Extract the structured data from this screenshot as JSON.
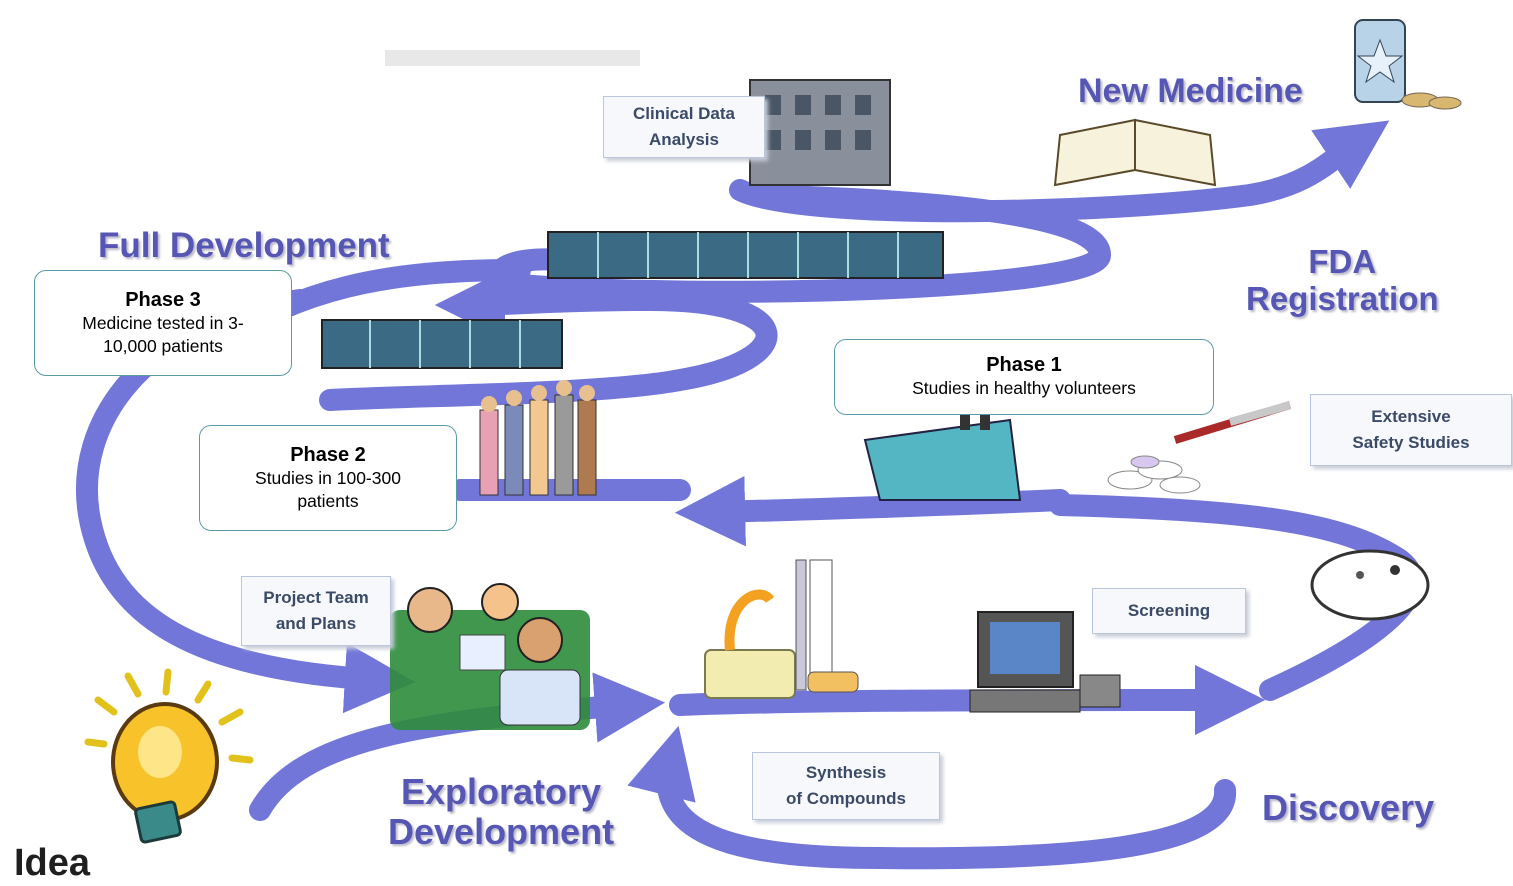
{
  "stages": {
    "idea": "Idea",
    "exploratory_development": [
      "Exploratory",
      "Development"
    ],
    "discovery": "Discovery",
    "full_development": "Full Development",
    "fda_registration": [
      "FDA",
      "Registration"
    ],
    "new_medicine": "New Medicine"
  },
  "tags": {
    "clinical_data_analysis": [
      "Clinical Data",
      "Analysis"
    ],
    "project_team": [
      "Project Team",
      "and Plans"
    ],
    "screening": "Screening",
    "synthesis": [
      "Synthesis",
      "of Compounds"
    ],
    "safety": [
      "Extensive",
      "Safety Studies"
    ]
  },
  "callouts": {
    "phase1": {
      "title": "Phase 1",
      "desc": "Studies in healthy volunteers"
    },
    "phase2": {
      "title": "Phase 2",
      "desc": [
        "Studies in 100-300",
        "patients"
      ]
    },
    "phase3": {
      "title": "Phase 3",
      "desc": [
        "Medicine tested in 3-",
        "10,000 patients"
      ]
    }
  },
  "colors": {
    "arrow": "#6b6fd6",
    "label": "#5656b4",
    "callout_border": "#5a9aa8"
  }
}
